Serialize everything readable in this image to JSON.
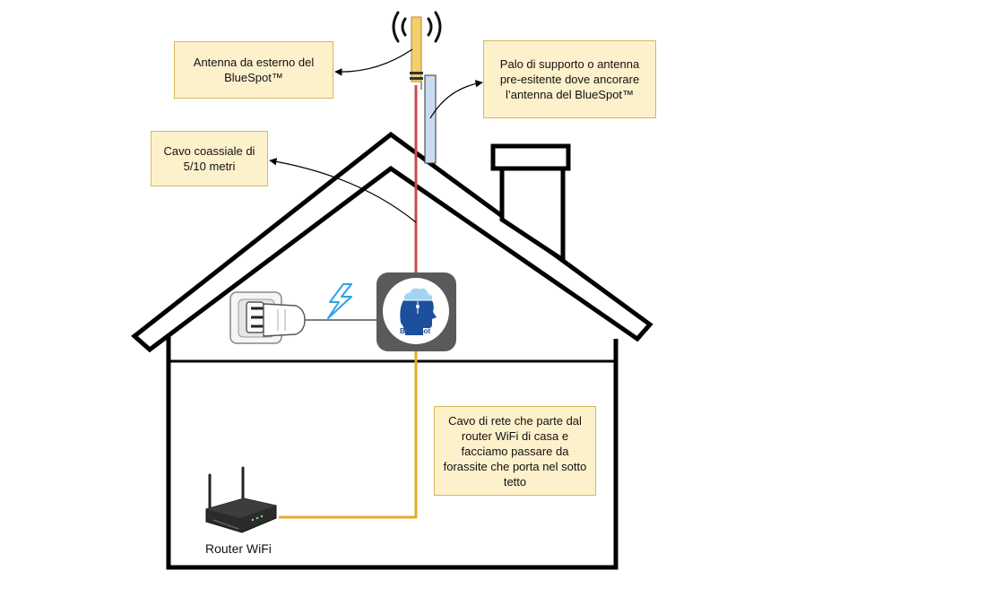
{
  "notes": {
    "antenna": "Antenna da esterno del BlueSpot™",
    "pole": "Palo di supporto o antenna pre-esitente dove ancorare l’antenna del BlueSpot™",
    "coax": "Cavo coassiale di 5/10 metri",
    "lan": "Cavo di rete che parte dal router WiFi di casa e facciamo passare da forassite che porta nel sotto tetto"
  },
  "router": {
    "label": "Router WiFi"
  },
  "device": {
    "logo_text": "Bluespot",
    "registered_mark": "®"
  },
  "icons": {
    "signal": "wifi-signal-icon",
    "power": "lightning-bolt-icon",
    "socket": "power-socket-icon",
    "plug": "power-plug-icon",
    "device": "bluespot-device-icon",
    "router": "router-icon"
  },
  "colors": {
    "house_outline": "#000000",
    "antenna": "#f3cf6e",
    "pole": "#c9dcf2",
    "coax_cable": "#c84b4b",
    "network_cable": "#e8a82c",
    "note_fill": "#fdf1cc",
    "note_border": "#d9b65c",
    "device_bg": "#5a5a5a",
    "logo_blue": "#1c4f9c",
    "bolt_blue": "#2aa3e8"
  }
}
